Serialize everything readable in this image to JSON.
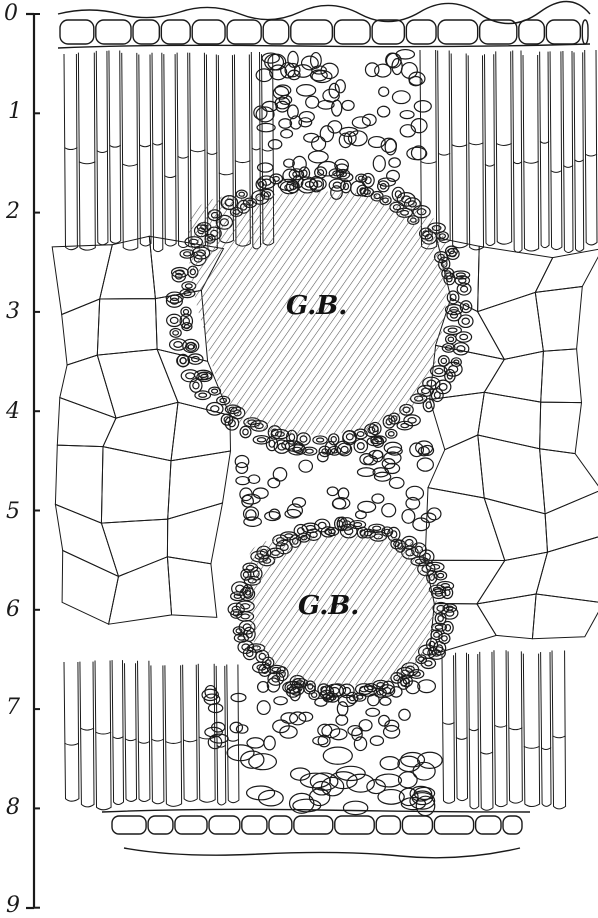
{
  "scale": {
    "labels": [
      "0",
      "1",
      "2",
      "3",
      "4",
      "5",
      "6",
      "7",
      "8",
      "9"
    ]
  },
  "regions": {
    "upper_bundle_label": "G.B.",
    "lower_bundle_label": "G.B."
  },
  "colors": {
    "ink": "#1a1a1a",
    "paper": "#ffffff"
  }
}
